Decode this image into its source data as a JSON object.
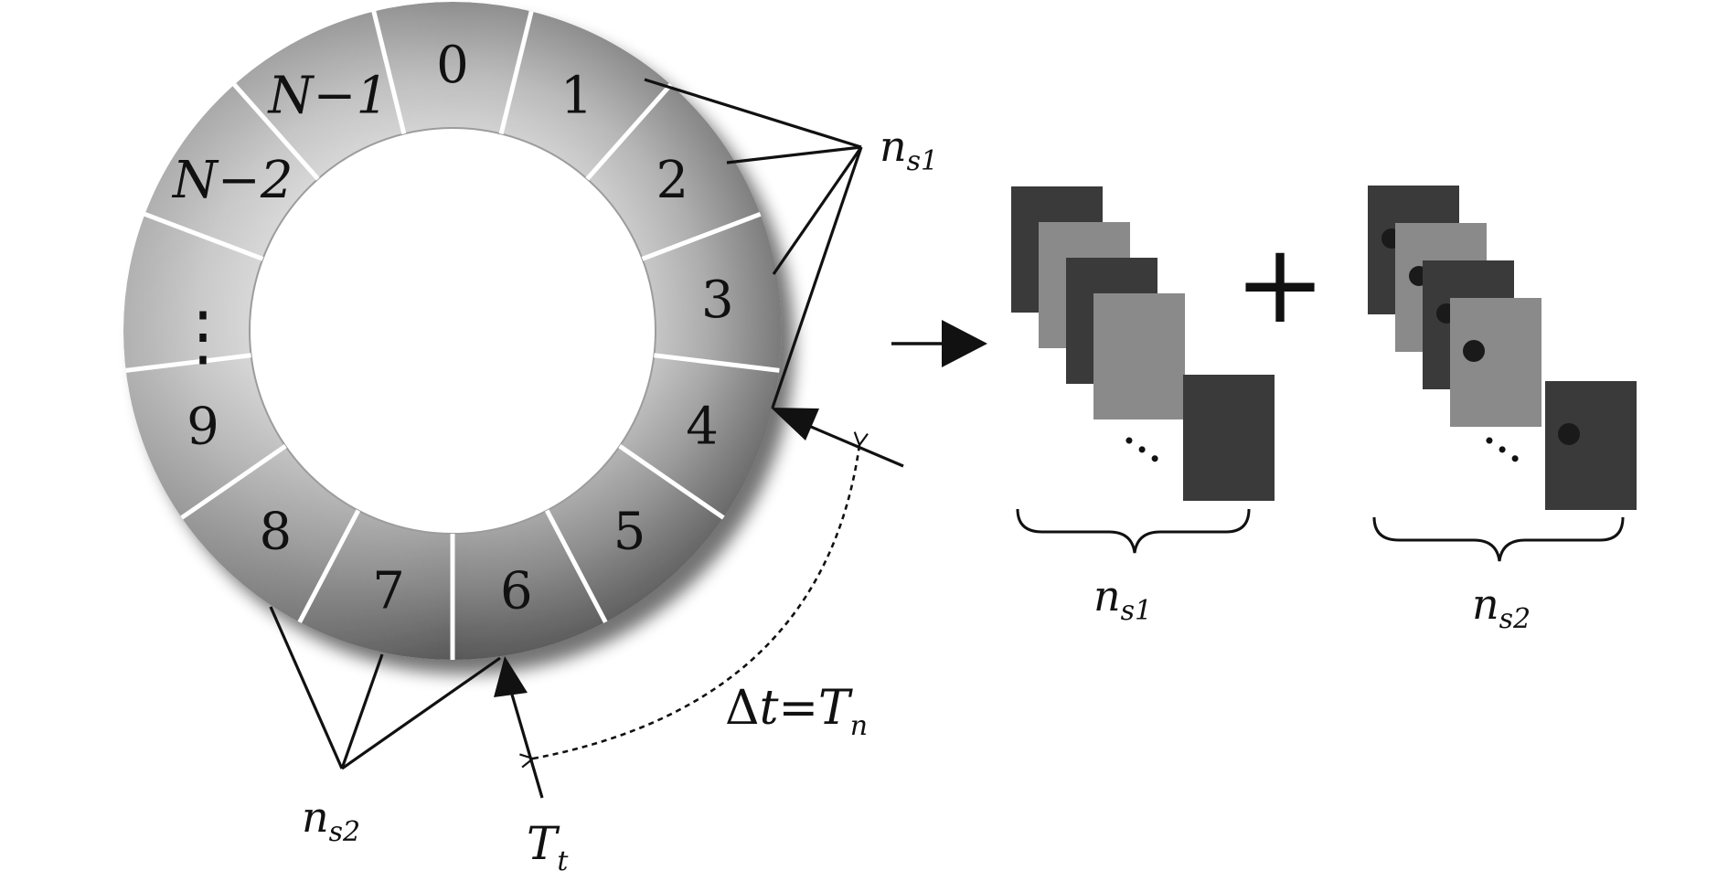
{
  "ring": {
    "segments": [
      "0",
      "1",
      "2",
      "3",
      "4",
      "5",
      "6",
      "7",
      "8",
      "9",
      "",
      "N−2",
      "N−1"
    ],
    "ellipsis": "⋮"
  },
  "labels": {
    "n": "n",
    "s1": "s1",
    "s2": "s2",
    "T": "T",
    "t_sub": "t",
    "delta": "Δ",
    "t_italic": "t",
    "equals": "=",
    "n_sub": "n"
  },
  "stack_ellipsis": "···",
  "plus": "+",
  "colors": {
    "dark_frame": "#3a3a3a",
    "light_frame": "#8a8a8a",
    "ring_gray": "#a8a8a8",
    "dot": "#1a1a1a"
  }
}
